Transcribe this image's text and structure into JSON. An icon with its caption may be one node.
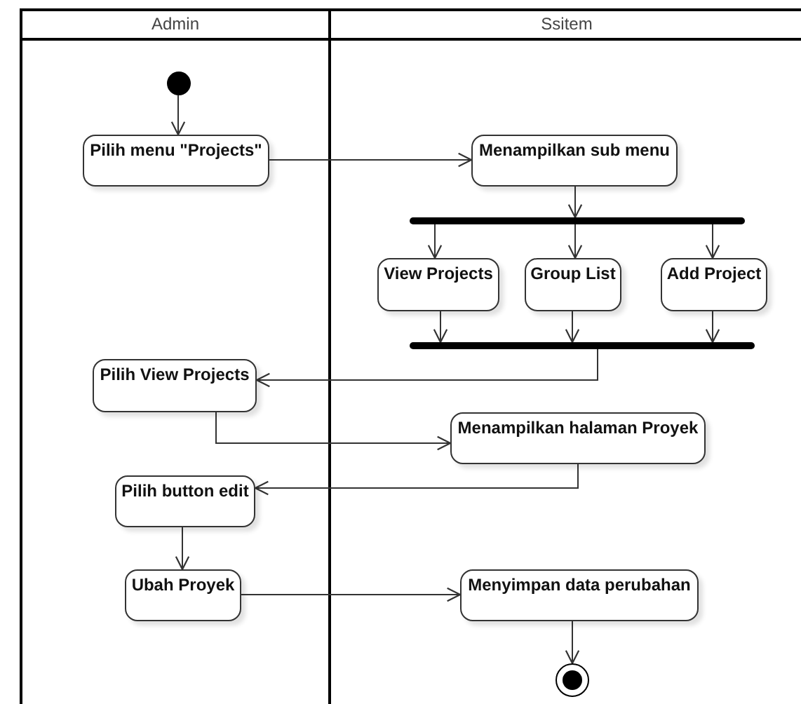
{
  "diagram": {
    "nodes": [
      {
        "text": [
          "Admin"
        ]
      },
      {
        "text": [
          "Ssitem"
        ]
      },
      {
        "text": [],
        "shape": "circle",
        "in": 0
      },
      {
        "text": [
          "Pilih menu \"Projects\""
        ],
        "in": 0
      },
      {
        "text": [
          "Menampilkan sub menu"
        ],
        "in": 1
      },
      {
        "text": [],
        "shape": "bar",
        "in": 1
      },
      {
        "text": [
          "View Projects"
        ],
        "in": 1
      },
      {
        "text": [
          "Group List"
        ],
        "in": 1
      },
      {
        "text": [
          "Add Project"
        ],
        "in": 1
      },
      {
        "text": [],
        "shape": "bar",
        "in": 1
      },
      {
        "text": [
          "Pilih View Projects"
        ],
        "in": 0
      },
      {
        "text": [
          "Menampilkan halaman Proyek"
        ],
        "in": 1
      },
      {
        "text": [
          "Pilih button edit"
        ],
        "in": 0
      },
      {
        "text": [
          "Ubah Proyek"
        ],
        "in": 0
      },
      {
        "text": [
          "Menyimpan data perubahan"
        ],
        "in": 1
      },
      {
        "text": [],
        "shape": "circle",
        "in": 1
      }
    ],
    "edges": [
      {
        "from": 2,
        "to": 3,
        "arrow": "to"
      },
      {
        "from": 3,
        "to": 4,
        "arrow": "to"
      },
      {
        "from": 4,
        "to": 5,
        "arrow": "to"
      },
      {
        "from": 5,
        "to": 6,
        "arrow": "to"
      },
      {
        "from": 5,
        "to": 7,
        "arrow": "to"
      },
      {
        "from": 5,
        "to": 8,
        "arrow": "to"
      },
      {
        "from": 6,
        "to": 9,
        "arrow": "to"
      },
      {
        "from": 7,
        "to": 9,
        "arrow": "to"
      },
      {
        "from": 8,
        "to": 9,
        "arrow": "to"
      },
      {
        "from": 9,
        "to": 10,
        "arrow": "to"
      },
      {
        "from": 10,
        "to": 11,
        "arrow": "to"
      },
      {
        "from": 11,
        "to": 12,
        "arrow": "to"
      },
      {
        "from": 12,
        "to": 13,
        "arrow": "to"
      },
      {
        "from": 13,
        "to": 14,
        "arrow": "to"
      },
      {
        "from": 14,
        "to": 15,
        "arrow": "to"
      }
    ]
  }
}
